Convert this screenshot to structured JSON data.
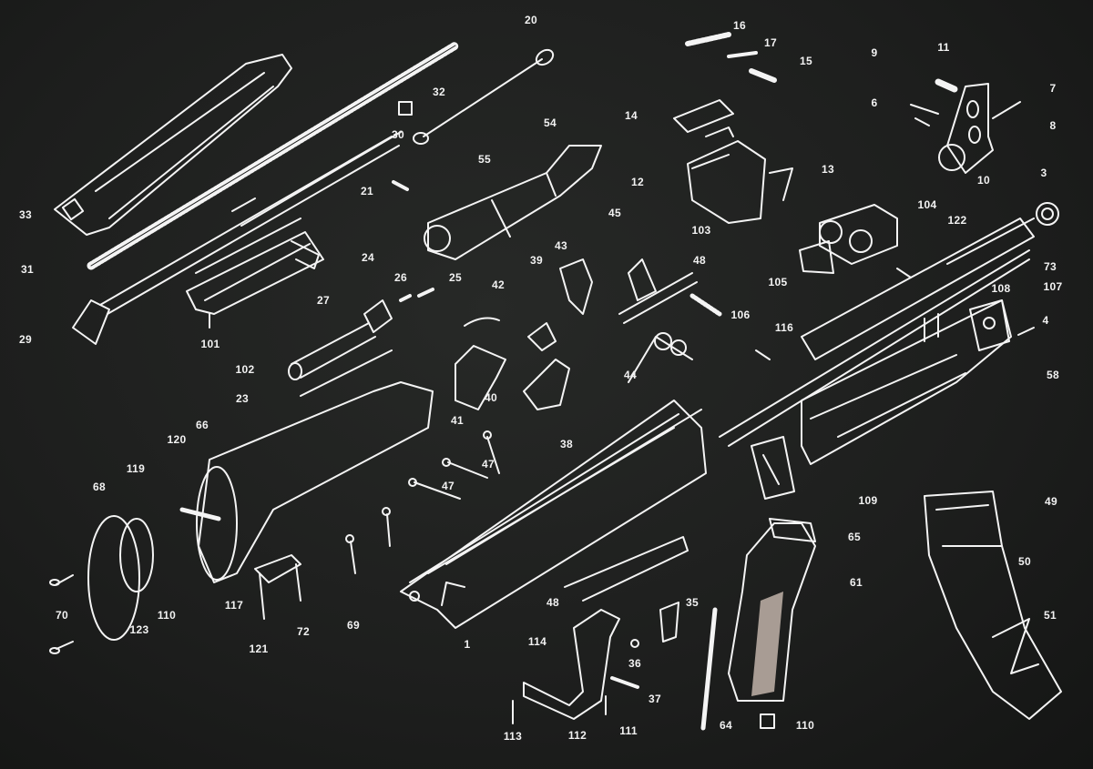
{
  "diagram": {
    "type": "exploded parts diagram",
    "line_color": "#f4f4f4",
    "background_color": "#1c1d1c",
    "grip_panel_color": "#a89c94"
  },
  "labels": [
    "20",
    "16",
    "17",
    "15",
    "11",
    "9",
    "7",
    "6",
    "8",
    "32",
    "54",
    "14",
    "12",
    "13",
    "10",
    "3",
    "30",
    "55",
    "33",
    "21",
    "103",
    "104",
    "122",
    "45",
    "31",
    "43",
    "48",
    "73",
    "24",
    "39",
    "26",
    "25",
    "105",
    "108",
    "107",
    "42",
    "27",
    "101",
    "106",
    "116",
    "4",
    "29",
    "44",
    "102",
    "58",
    "40",
    "23",
    "41",
    "38",
    "120",
    "66",
    "119",
    "68",
    "47",
    "47",
    "109",
    "49",
    "65",
    "50",
    "61",
    "35",
    "48",
    "51",
    "70",
    "117",
    "110",
    "123",
    "72",
    "69",
    "114",
    "36",
    "121",
    "1",
    "37",
    "113",
    "112",
    "111",
    "64",
    "110"
  ]
}
